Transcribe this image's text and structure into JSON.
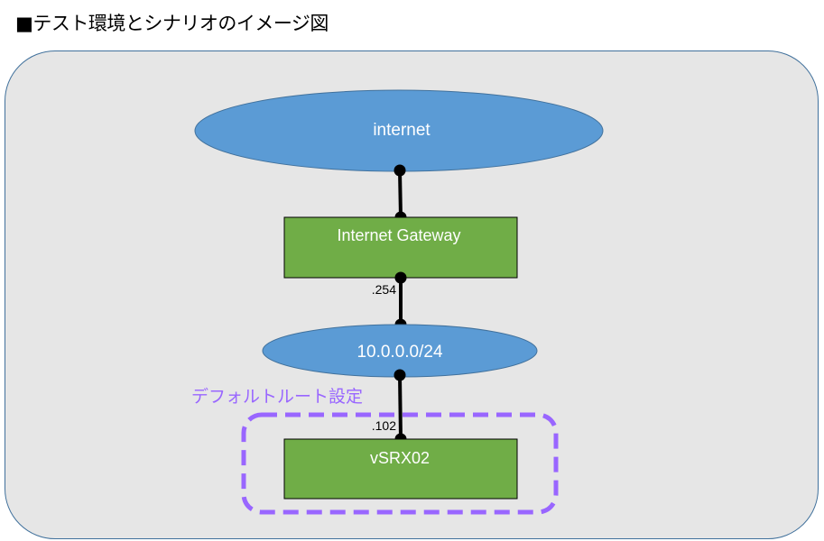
{
  "title": "■テスト環境とシナリオのイメージ図",
  "colors": {
    "panel_bg": "#e6e6e6",
    "panel_border": "#41719c",
    "network_fill": "#5b9bd5",
    "network_stroke": "#41719c",
    "device_fill": "#70ad47",
    "device_stroke": "#000000",
    "link": "#000000",
    "highlight": "#9966ff",
    "node_text": "#ffffff"
  },
  "nodes": {
    "internet": {
      "label": "internet",
      "type": "network"
    },
    "igw": {
      "label": "Internet Gateway",
      "type": "device"
    },
    "subnet": {
      "label": "10.0.0.0/24",
      "type": "network"
    },
    "vsrx": {
      "label": "vSRX02",
      "type": "device"
    }
  },
  "links": [
    {
      "from": "internet",
      "to": "igw",
      "label": ""
    },
    {
      "from": "igw",
      "to": "subnet",
      "label": ".254"
    },
    {
      "from": "subnet",
      "to": "vsrx",
      "label": ".102"
    }
  ],
  "annotation": {
    "label": "デフォルトルート設定",
    "target": "vsrx"
  }
}
